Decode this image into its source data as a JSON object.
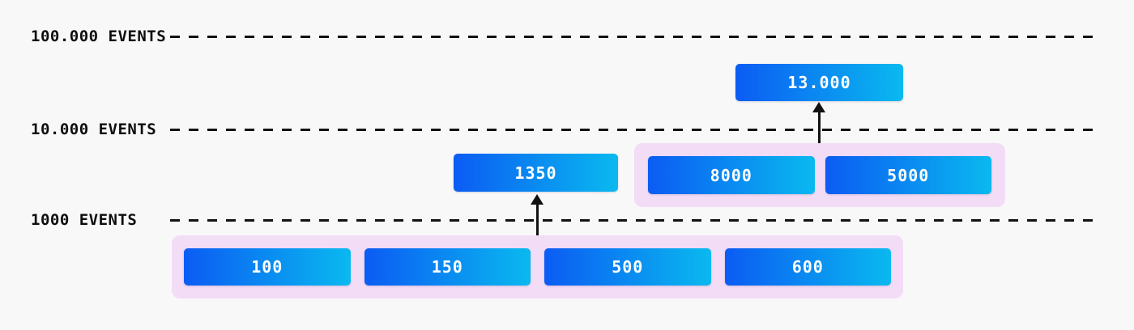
{
  "diagram": {
    "axis": {
      "levels": [
        {
          "label": "100.000 EVENTS"
        },
        {
          "label": "10.000 EVENTS"
        },
        {
          "label": "1000 EVENTS"
        }
      ]
    },
    "nodes": {
      "top": {
        "value": "13.000"
      },
      "mid_single": {
        "value": "1350"
      }
    },
    "groups": {
      "mid": {
        "items": [
          {
            "value": "8000"
          },
          {
            "value": "5000"
          }
        ]
      },
      "bottom": {
        "items": [
          {
            "value": "100"
          },
          {
            "value": "150"
          },
          {
            "value": "500"
          },
          {
            "value": "600"
          }
        ]
      }
    },
    "colors": {
      "background": "#f8f8f8",
      "box_gradient_start": "#0b5cf3",
      "box_gradient_end": "#0ab9ef",
      "group_background": "#f3dcf6",
      "line": "#121212",
      "box_text": "#ffffff",
      "label_text": "#0d0d0d"
    }
  }
}
